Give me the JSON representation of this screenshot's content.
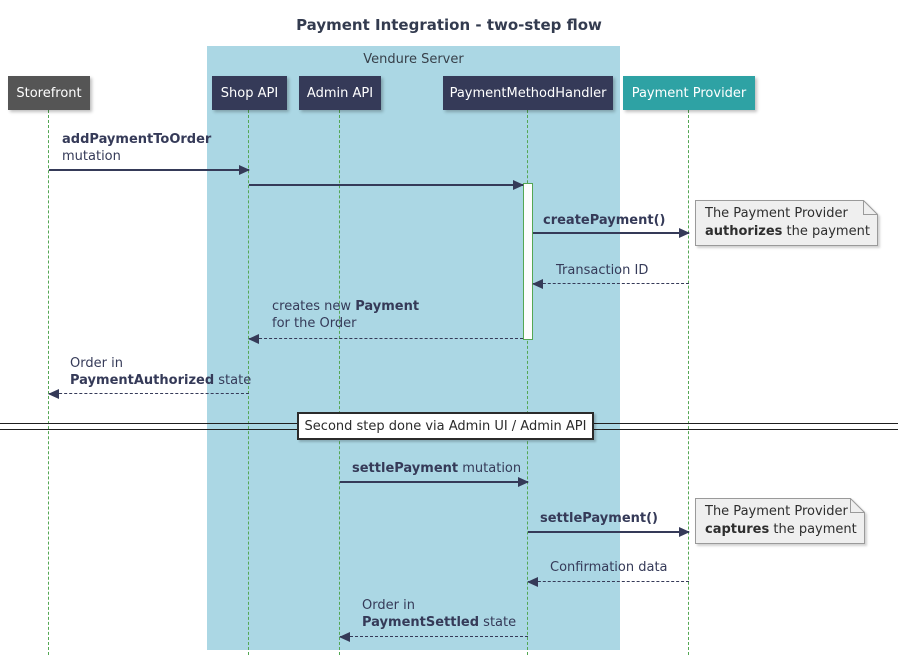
{
  "title": "Payment Integration - two-step flow",
  "server_group": {
    "label": "Vendure Server"
  },
  "participants": {
    "storefront": "Storefront",
    "shop_api": "Shop API",
    "admin_api": "Admin API",
    "payment_method_handler": "PaymentMethodHandler",
    "payment_provider": "Payment Provider"
  },
  "messages": {
    "add_payment": {
      "bold": "addPaymentToOrder",
      "line2": "mutation"
    },
    "create_payment": {
      "bold": "createPayment()"
    },
    "transaction_id": {
      "text": "Transaction ID"
    },
    "creates_payment": {
      "pre": "creates new ",
      "bold": "Payment",
      "line2": "for the Order"
    },
    "order_authorized": {
      "line1": "Order in",
      "bold": "PaymentAuthorized",
      "rest": " state"
    },
    "settle_mutation": {
      "bold": "settlePayment",
      "rest": " mutation"
    },
    "settle_call": {
      "bold": "settlePayment()"
    },
    "confirmation": {
      "text": "Confirmation data"
    },
    "order_settled": {
      "line1": "Order in",
      "bold": "PaymentSettled",
      "rest": " state"
    }
  },
  "notes": {
    "authorize": {
      "line1": "The Payment Provider",
      "bold": "authorizes",
      "rest": " the payment"
    },
    "capture": {
      "line1": "The Payment Provider",
      "bold": "captures",
      "rest": " the payment"
    }
  },
  "divider": {
    "label": "Second step done via Admin UI / Admin API"
  },
  "colors": {
    "server_box": "#abd7e4",
    "storefront": "#555555",
    "navy": "#353a58",
    "teal": "#2ea2a4",
    "lifeline": "#54a754",
    "arrow": "#353a58",
    "note_bg": "#efefef",
    "note_border": "#9a9a9a",
    "title": "#333b4f"
  }
}
